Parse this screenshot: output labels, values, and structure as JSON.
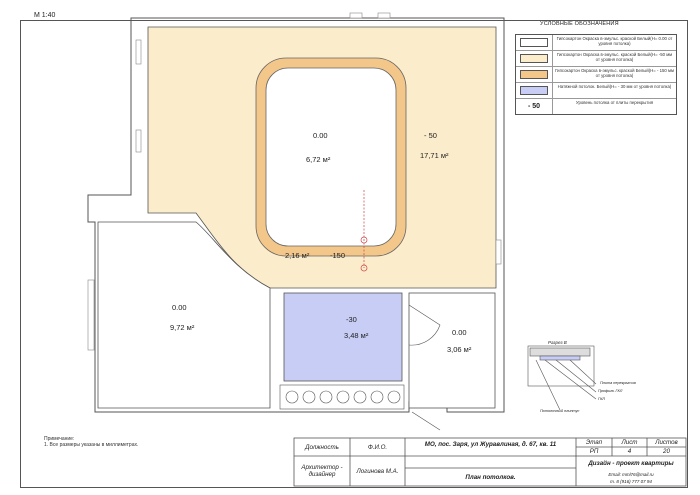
{
  "scale": "М 1:40",
  "legend": {
    "title": "УСЛОВНЫЕ ОБОЗНАЧЕНИЯ",
    "items": [
      {
        "text": "Гипсокартон Окраска в-эмульс. краской Белый(Н= 0.00 от уровня потолка)",
        "color": "#ffffff"
      },
      {
        "text": "Гипсокартон Окраска в-эмульс. краской Белый(Н= -50 мм от уровня потолка)",
        "color": "#fbeccc"
      },
      {
        "text": "Гипсокартон Окраска в-эмульс. краской Белый(Н= - 150 мм от уровня потолка)",
        "color": "#f3c78a"
      },
      {
        "text": "Натяжной потолок. Белый(Н= - 30 мм от уровня потолка)",
        "color": "#c7cdf4"
      },
      {
        "mark": "- 50",
        "text": "Уровень потолка от плиты перекрытия"
      }
    ]
  },
  "rooms": [
    {
      "level": "0.00",
      "area": "6,72 м²"
    },
    {
      "level": "- 50",
      "area": "17,71 м²"
    },
    {
      "level": "0.00",
      "area": "9,72 м²"
    },
    {
      "level": "-30",
      "area": "3,48 м²"
    },
    {
      "level": "0.00",
      "area": "3,06 м²"
    }
  ],
  "ring": {
    "area": "2,16 м²",
    "level": "-150"
  },
  "note": {
    "title": "Примечание:",
    "text": "1. Все размеры указаны в миллиметрах."
  },
  "section": {
    "title": "Разрез В",
    "callouts": [
      "Плита перекрытия",
      "Профиль ГКЛ",
      "ГКЛ",
      "Потолочный плинтус"
    ]
  },
  "title_block": {
    "position_label": "Должность",
    "fio_label": "Ф.И.О.",
    "address": "МО, пос. Заря, ул Журавлиная, д. 67, кв. 11",
    "stage_label": "Этап",
    "sheet_label": "Лист",
    "sheets_label": "Листов",
    "stage": "РП",
    "sheet": "4",
    "sheets": "20",
    "role": "Архитектор - дизайнер",
    "name": "Логинова М.А.",
    "sheet_title": "План потолков.",
    "company": "Дизайн - проект квартиры",
    "email": "Email: mml76@mail.ru",
    "phone": "т. 8 (916) 777 07 94"
  }
}
